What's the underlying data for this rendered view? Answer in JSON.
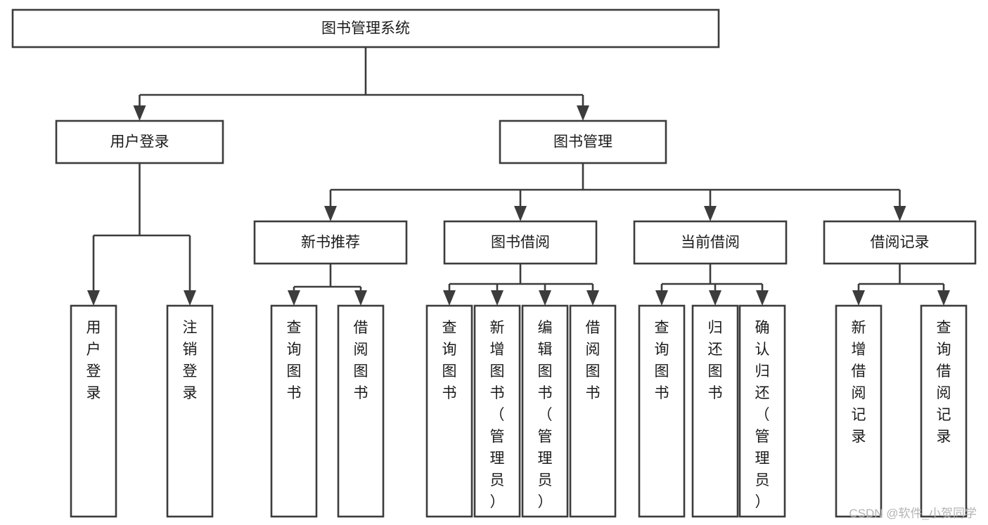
{
  "diagram": {
    "title": "图书管理系统",
    "type": "hierarchy-tree",
    "orientation": "top-down",
    "root": {
      "id": "root",
      "label": "图书管理系统",
      "orientation": "horizontal"
    },
    "level2": [
      {
        "id": "user-login",
        "label": "用户登录",
        "orientation": "horizontal"
      },
      {
        "id": "book-manage",
        "label": "图书管理",
        "orientation": "horizontal"
      }
    ],
    "level3": [
      {
        "id": "new-book-rec",
        "label": "新书推荐",
        "parent": "book-manage",
        "orientation": "horizontal"
      },
      {
        "id": "book-borrow",
        "label": "图书借阅",
        "parent": "book-manage",
        "orientation": "horizontal"
      },
      {
        "id": "current-borrow",
        "label": "当前借阅",
        "parent": "book-manage",
        "orientation": "horizontal"
      },
      {
        "id": "borrow-record",
        "label": "借阅记录",
        "parent": "book-manage",
        "orientation": "horizontal"
      }
    ],
    "leaves": [
      {
        "id": "leaf-user-login",
        "label": "用户登录",
        "parent": "user-login",
        "orientation": "vertical"
      },
      {
        "id": "leaf-user-logout",
        "label": "注销登录",
        "parent": "user-login",
        "orientation": "vertical"
      },
      {
        "id": "leaf-query-book-1",
        "label": "查询图书",
        "parent": "new-book-rec",
        "orientation": "vertical"
      },
      {
        "id": "leaf-borrow-book-1",
        "label": "借阅图书",
        "parent": "new-book-rec",
        "orientation": "vertical"
      },
      {
        "id": "leaf-query-book-2",
        "label": "查询图书",
        "parent": "book-borrow",
        "orientation": "vertical"
      },
      {
        "id": "leaf-add-book",
        "label": "新增图书（管理员）",
        "parent": "book-borrow",
        "orientation": "vertical"
      },
      {
        "id": "leaf-edit-book",
        "label": "编辑图书（管理员）",
        "parent": "book-borrow",
        "orientation": "vertical"
      },
      {
        "id": "leaf-borrow-book-2",
        "label": "借阅图书",
        "parent": "book-borrow",
        "orientation": "vertical"
      },
      {
        "id": "leaf-query-book-3",
        "label": "查询图书",
        "parent": "current-borrow",
        "orientation": "vertical"
      },
      {
        "id": "leaf-return-book",
        "label": "归还图书",
        "parent": "current-borrow",
        "orientation": "vertical"
      },
      {
        "id": "leaf-confirm-return",
        "label": "确认归还（管理员）",
        "parent": "current-borrow",
        "orientation": "vertical"
      },
      {
        "id": "leaf-add-record",
        "label": "新增借阅记录",
        "parent": "borrow-record",
        "orientation": "vertical"
      },
      {
        "id": "leaf-query-record",
        "label": "查询借阅记录",
        "parent": "borrow-record",
        "orientation": "vertical"
      }
    ]
  },
  "watermark": {
    "text": "CSDN @软件_小贺同学"
  },
  "colors": {
    "stroke": "#3c3c3c",
    "box_fill": "#ffffff",
    "text": "#1b1b1b",
    "background": "#ffffff",
    "watermark": "#b4b4b4"
  }
}
